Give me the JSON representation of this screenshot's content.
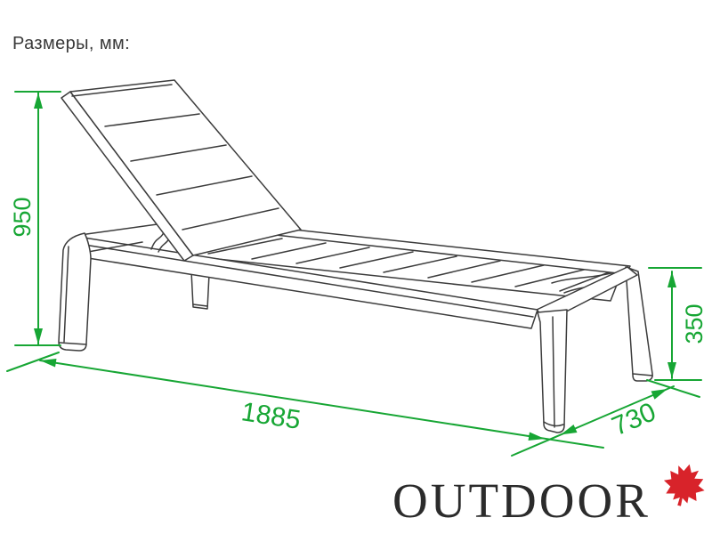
{
  "title": "Размеры, мм:",
  "units": "мм",
  "drawing": {
    "subject": "sun lounger with raised adjustable backrest, isometric line drawing",
    "dimensions": {
      "height": "950",
      "seat_height": "350",
      "length": "1885",
      "depth": "730"
    }
  },
  "logo": {
    "text": "OUTDOOR",
    "icon": "maple-leaf"
  },
  "colors": {
    "dimension_green": "#17a634",
    "line_art": "#3c3c3c",
    "title_text": "#3a3a3a",
    "logo_text": "#2b2b2b",
    "leaf_red": "#d8232a",
    "background": "#ffffff"
  }
}
